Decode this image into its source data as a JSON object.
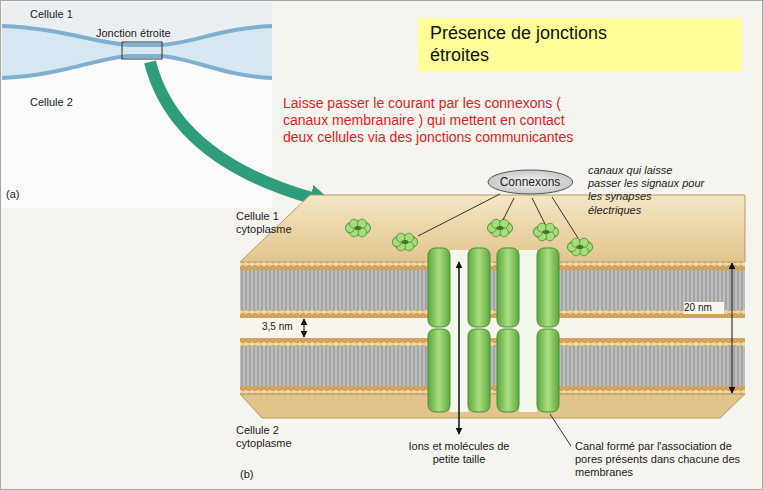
{
  "diagram": {
    "title": "Présence de jonctions étroites",
    "nodes": [
      {
        "text": [
          "Connexons"
        ]
      }
    ],
    "labels": [
      "Laisse passer le courant par les connexons ( canaux membranaire ) qui mettent en contact deux cellules via des jonctions communicantes",
      "canaux qui laisse passer les signaux pour les synapses électriques",
      "Cellule 1",
      "Jonction étroite",
      "Cellule 2",
      "(a)",
      "Cellule 1 cytoplasme",
      "3,5 nm",
      "20 nm",
      "Ions et molécules de petite taille",
      "Canal formé par l'association de pores présents dans chacune des membranes",
      "Cellule 2 cytoplasme",
      "(b)"
    ]
  }
}
